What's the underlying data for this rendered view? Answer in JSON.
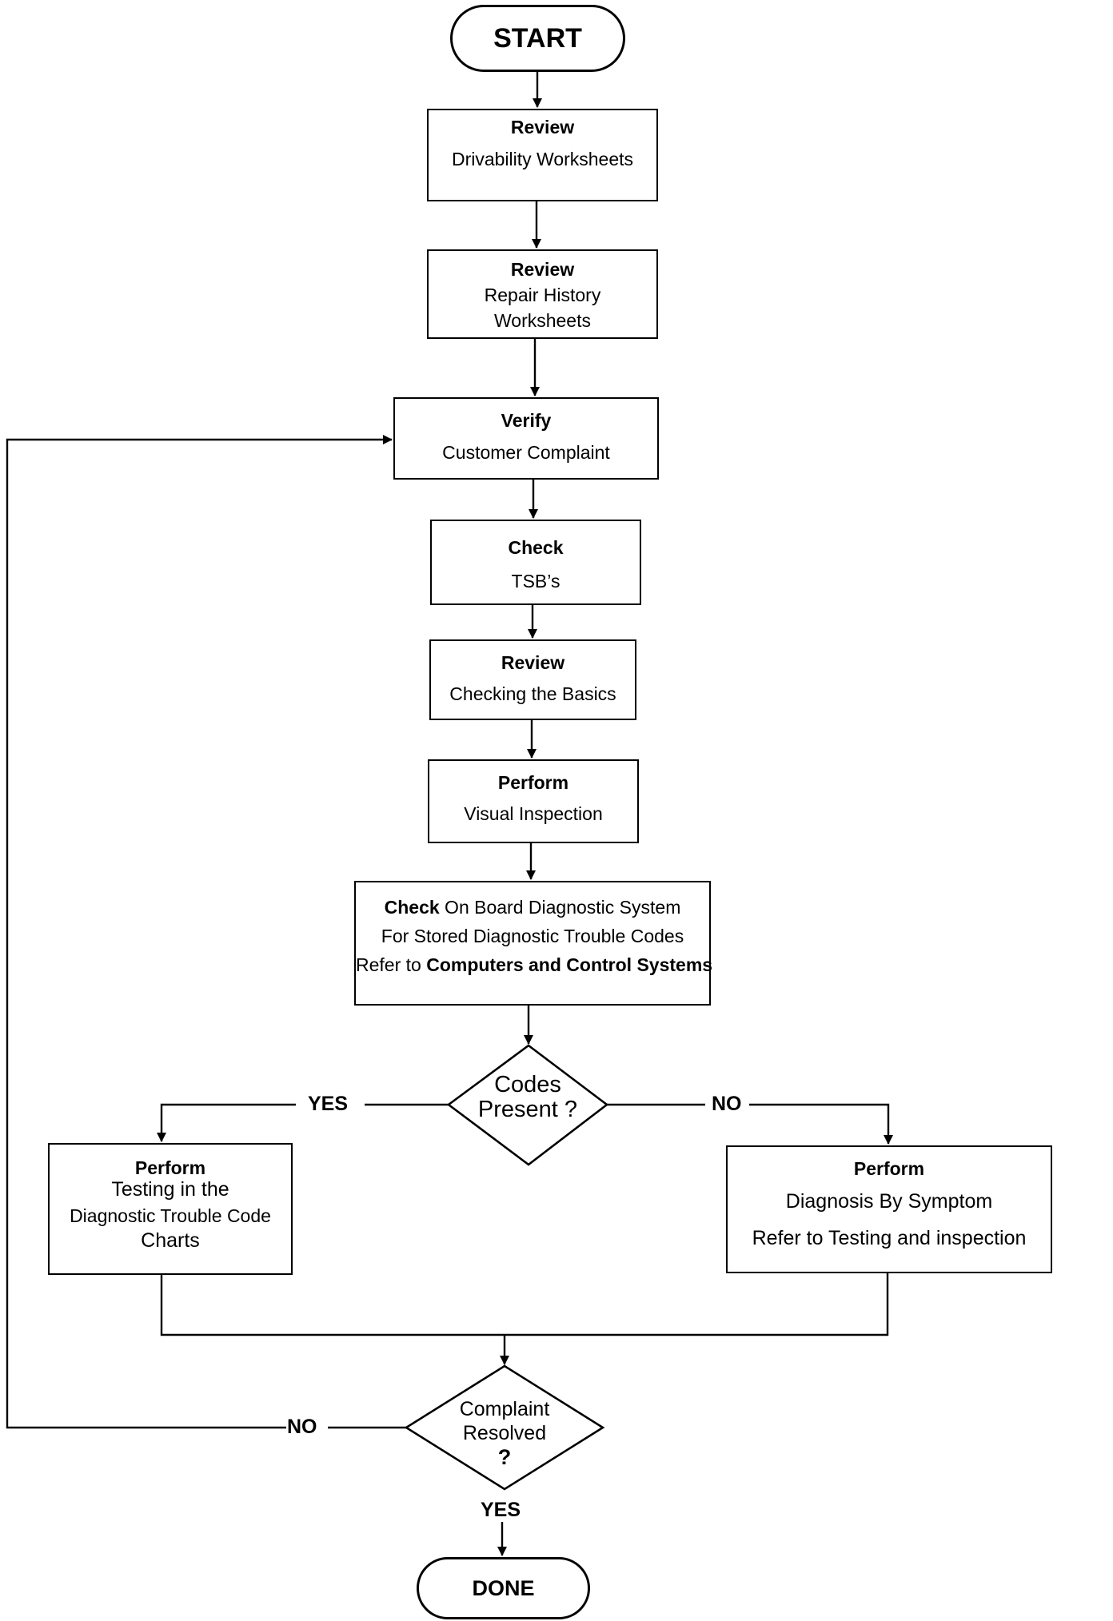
{
  "start": "START",
  "done": "DONE",
  "steps": [
    {
      "title": "Review",
      "line1": "Drivability Worksheets"
    },
    {
      "title": "Review",
      "line1": "Repair History",
      "line2": "Worksheets"
    },
    {
      "title": "Verify",
      "line1": "Customer Complaint"
    },
    {
      "title": "Check",
      "line1": "TSB’s"
    },
    {
      "title": "Review",
      "line1": "Checking the Basics"
    },
    {
      "title": "Perform",
      "line1": "Visual Inspection"
    }
  ],
  "obd": {
    "l1_bold": "Check",
    "l1_rest": " On Board Diagnostic System",
    "l2": "For Stored Diagnostic Trouble Codes",
    "l3_pre": "Refer to ",
    "l3_bold": "Computers and Control Systems"
  },
  "decision_codes": {
    "line1": "Codes",
    "line2": "Present ?"
  },
  "yes_label": "YES",
  "no_label": "NO",
  "left_branch": {
    "title": "Perform",
    "line1": "Testing in the",
    "line2": "Diagnostic Trouble Code",
    "line3": "Charts"
  },
  "right_branch": {
    "title": "Perform",
    "line1": "Diagnosis By Symptom",
    "line2": "Refer to Testing and inspection"
  },
  "decision_resolved": {
    "line1": "Complaint",
    "line2": "Resolved",
    "line3": "?"
  },
  "no_label_2": "NO",
  "yes_label_2": "YES"
}
